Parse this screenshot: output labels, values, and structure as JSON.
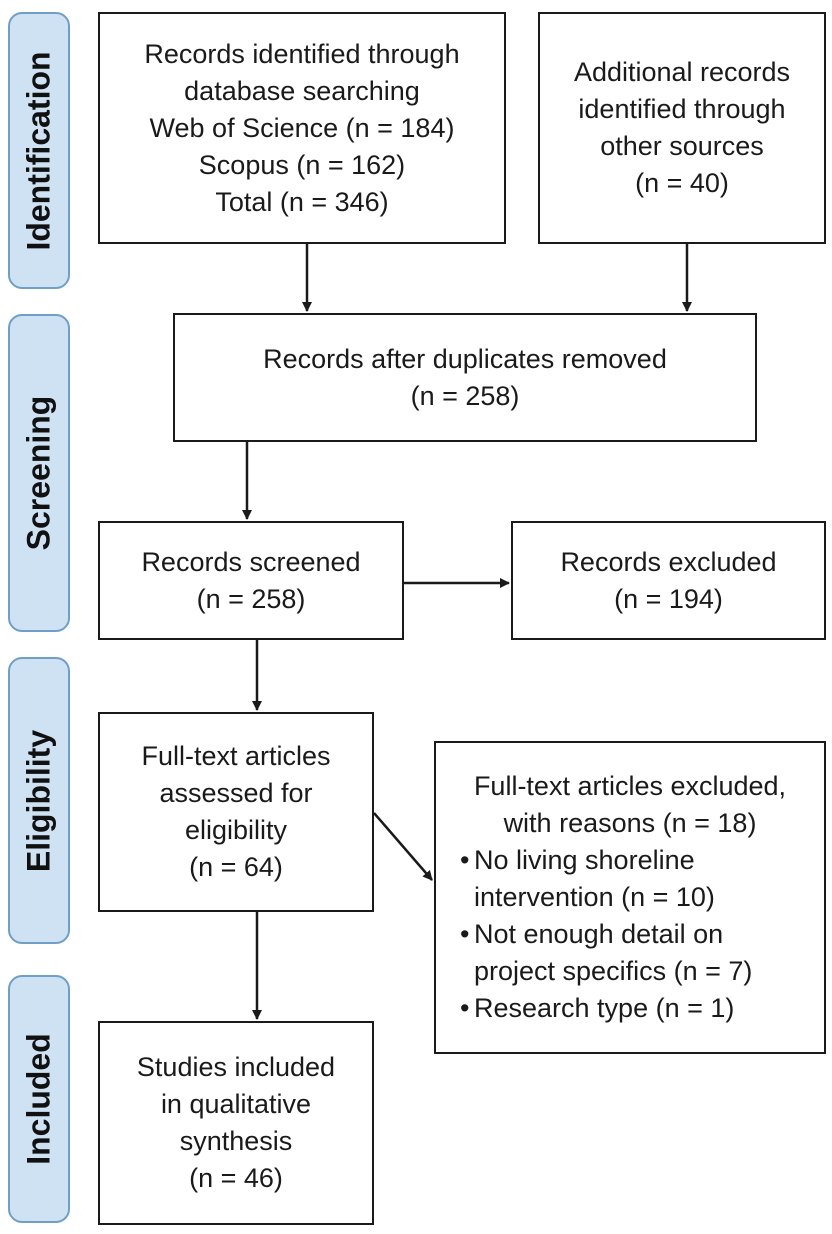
{
  "phases": {
    "identification": "Identification",
    "screening": "Screening",
    "eligibility": "Eligibility",
    "included": "Included"
  },
  "boxes": {
    "database": [
      "Records identified through",
      "database searching",
      "Web of Science (n = 184)",
      "Scopus (n = 162)",
      "Total (n = 346)"
    ],
    "additional": [
      "Additional records",
      "identified through",
      "other sources",
      "(n = 40)"
    ],
    "duplicates": [
      "Records after duplicates removed",
      "(n = 258)"
    ],
    "screened": [
      "Records screened",
      "(n = 258)"
    ],
    "excluded": [
      "Records excluded",
      "(n = 194)"
    ],
    "fulltext": [
      "Full-text articles",
      "assessed for",
      "eligibility",
      "(n = 64)"
    ],
    "fulltext_excluded": {
      "header": [
        "Full-text articles excluded,",
        "with reasons (n = 18)"
      ],
      "bullets": [
        [
          "No living shoreline",
          "intervention (n = 10)"
        ],
        [
          "Not enough detail on",
          "project specifics (n = 7)"
        ],
        [
          "Research type (n = 1)"
        ]
      ]
    },
    "included": [
      "Studies included",
      "in qualitative",
      "synthesis",
      "(n = 46)"
    ]
  },
  "colors": {
    "phase_fill": "#cfe2f3",
    "phase_border": "#6f9fc8",
    "box_border": "#1a1a1a"
  }
}
